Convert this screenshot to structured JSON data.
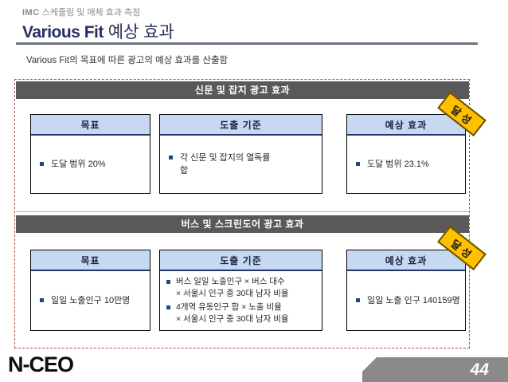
{
  "header": {
    "eyebrow_bold": "IMC",
    "eyebrow_text": " 스케줄링 및 매체 효과 측정",
    "title_en": "Various Fit",
    "title_ko": " 예상 효과",
    "subtitle": "Various Fit의 목표에 따른 광고의 예상 효과를 산출함"
  },
  "sections": [
    {
      "band": "신문 및 잡지 광고 효과",
      "stamp_label": "달성",
      "boxes": [
        {
          "title": "목표",
          "bullets": [
            [
              "도달 범위 20%"
            ]
          ]
        },
        {
          "title": "도출 기준",
          "bullets": [
            [
              "각 신문 및 잡지의 열독률",
              "합"
            ]
          ]
        },
        {
          "title": "예상 효과",
          "bullets": [
            [
              "도달 범위 23.1%"
            ]
          ]
        }
      ]
    },
    {
      "band": "버스 및 스크린도어 광고 효과",
      "stamp_label": "달성",
      "boxes": [
        {
          "title": "목표",
          "bullets": [
            [
              "일일 노출인구 10만명"
            ]
          ]
        },
        {
          "title": "도출 기준",
          "bullets": [
            [
              "버스 일일 노출인구 × 버스 대수",
              "× 서울시 인구 중 30대 남자 비율"
            ],
            [
              "4개역 유동인구 합 × 노출 비율",
              "× 서울시 인구 중 30대 남자 비율"
            ]
          ]
        },
        {
          "title": "예상 효과",
          "bullets": [
            [
              "일일 노출 인구 140159명"
            ]
          ]
        }
      ]
    }
  ],
  "footer": {
    "logo": "N-CEO",
    "page_number": "44"
  },
  "colors": {
    "band_bg": "#595959",
    "box_header_bg": "#C6D9F0",
    "box_header_border": "#1F3864",
    "bullet_square": "#1F497D",
    "stamp_bg": "#FFC000",
    "dashed_frame": "#A34F45",
    "title_text": "#26305E",
    "page_badge_bg": "#8A8A8A"
  }
}
